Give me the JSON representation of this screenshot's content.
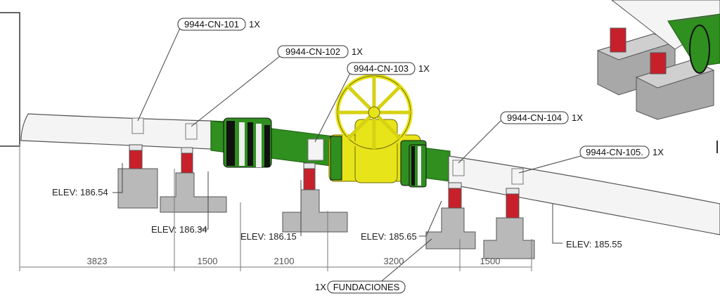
{
  "callouts": [
    {
      "tag": "9944-CN-101",
      "qty": "1X"
    },
    {
      "tag": "9944-CN-102",
      "qty": "1X"
    },
    {
      "tag": "9944-CN-103",
      "qty": "1X"
    },
    {
      "tag": "9944-CN-104",
      "qty": "1X"
    },
    {
      "tag": "9944-CN-105.",
      "qty": "1X"
    }
  ],
  "elevations": [
    "ELEV: 186.54",
    "ELEV: 186.34",
    "ELEV: 186.15",
    "ELEV: 185.65",
    "ELEV: 185.55"
  ],
  "dimensions": [
    "3823",
    "1500",
    "2100",
    "3200",
    "1500"
  ],
  "foundations": {
    "qty": "1X",
    "label": "FUNDACIONES"
  },
  "colors": {
    "pipe": "#f4f4f4",
    "valve_section": "#2f8f1f",
    "valve_body": "#e8e41a",
    "support_red": "#c8202a",
    "foundation": "#b9b9b9"
  }
}
